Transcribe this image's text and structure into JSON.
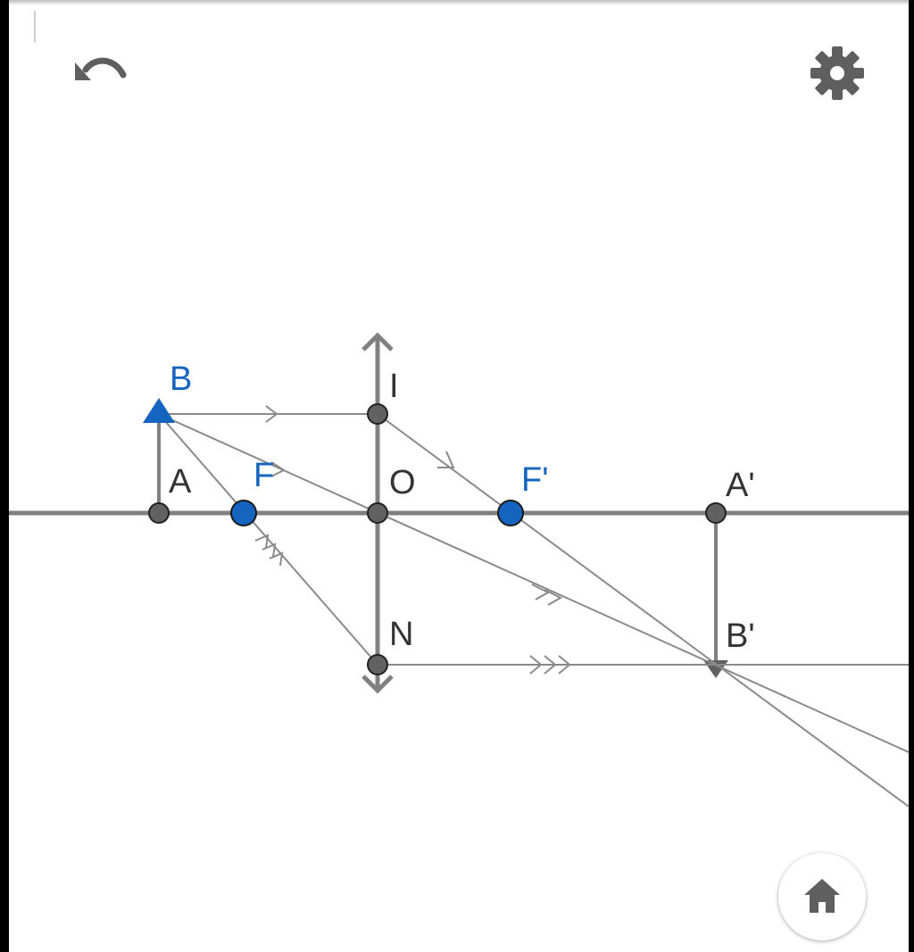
{
  "toolbar": {
    "undo_icon": "undo-icon",
    "settings_icon": "gear-icon",
    "home_icon": "home-icon"
  },
  "diagram": {
    "labels": {
      "B": "B",
      "A": "A",
      "F": "F",
      "I": "I",
      "O": "O",
      "F_prime": "F'",
      "A_prime": "A'",
      "B_prime": "B'",
      "N": "N"
    },
    "colors": {
      "accent_blue": "#1565C0",
      "line_gray": "#808080",
      "point_gray": "#616161",
      "ray_gray": "#8a8a8a"
    }
  }
}
